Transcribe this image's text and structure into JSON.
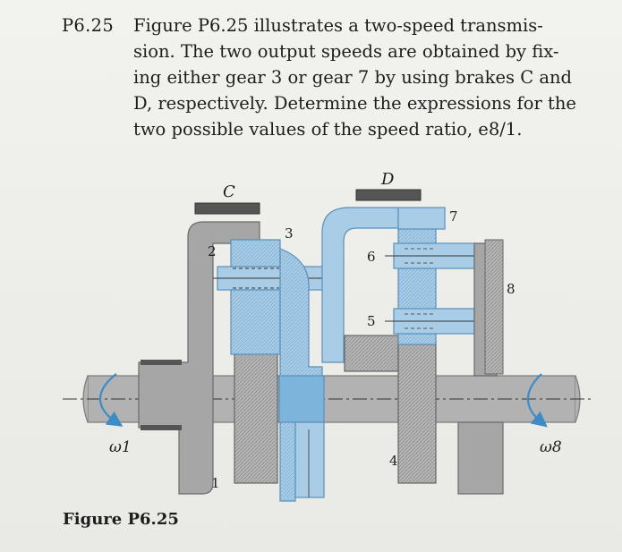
{
  "problem": {
    "number": "P6.25",
    "lines": [
      "Figure P6.25 illustrates a two-speed transmis-",
      "sion. The two output speeds are obtained by fix-",
      "ing either gear 3 or gear 7 by using brakes C and",
      "D, respectively. Determine the expressions for the",
      "two possible values of the speed ratio, e8/1."
    ]
  },
  "figure": {
    "labels": {
      "brake_c": "C",
      "brake_d": "D",
      "gear_1": "1",
      "gear_2": "2",
      "gear_3": "3",
      "gear_4": "4",
      "gear_5": "5",
      "gear_6": "6",
      "gear_7": "7",
      "gear_8": "8",
      "omega_in": "ω1",
      "omega_out": "ω8"
    },
    "caption": "Figure P6.25",
    "colors": {
      "steel": "#a9a9a9",
      "steel_dark": "#6e6e6e",
      "blue": "#a9cde6",
      "blue_dark": "#5a8fb8",
      "brake": "#555555",
      "arrow": "#3c8cc8"
    }
  }
}
